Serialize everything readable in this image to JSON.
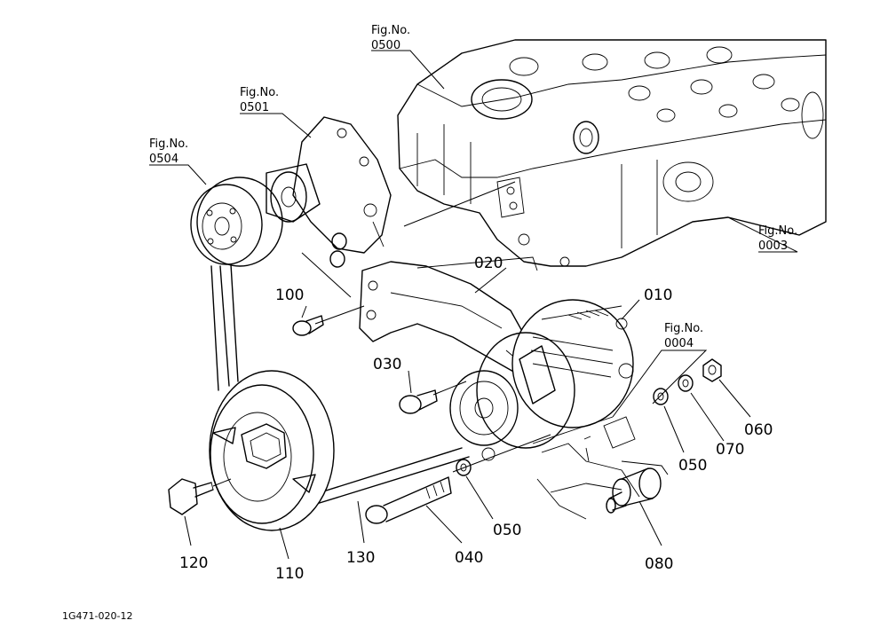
{
  "fig_refs": {
    "f0500": {
      "title": "Fig.No.",
      "num": "0500"
    },
    "f0501": {
      "title": "Fig.No.",
      "num": "0501"
    },
    "f0504": {
      "title": "Fig.No.",
      "num": "0504"
    },
    "f0003": {
      "title": "Fig.No.",
      "num": "0003"
    },
    "f0004": {
      "title": "Fig.No.",
      "num": "0004"
    }
  },
  "part_labels": {
    "p010": "010",
    "p020": "020",
    "p030": "030",
    "p040": "040",
    "p050a": "050",
    "p050b": "050",
    "p060": "060",
    "p070": "070",
    "p080": "080",
    "p100": "100",
    "p110": "110",
    "p120": "120",
    "p130": "130"
  },
  "drawing_code": "1G471-020-12"
}
